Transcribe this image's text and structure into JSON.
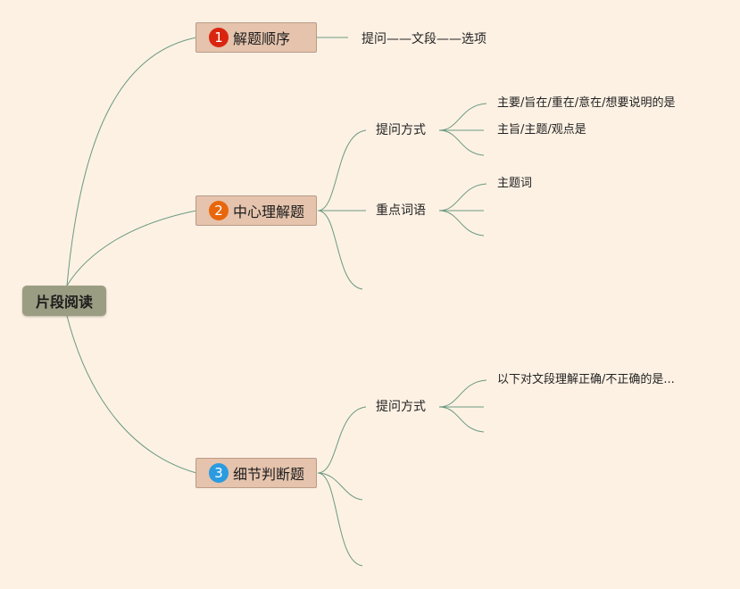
{
  "root": {
    "label": "片段阅读"
  },
  "topics": [
    {
      "number": "1",
      "label": "解题顺序",
      "badge_color": "#d9250f",
      "note": "提问——文段——选项"
    },
    {
      "number": "2",
      "label": "中心理解题",
      "badge_color": "#e8660c",
      "subtopics": [
        {
          "label": "提问方式",
          "items": [
            "主要/旨在/重在/意在/想要说明的是",
            "主旨/主题/观点是"
          ]
        },
        {
          "label": "重点词语",
          "items": [
            "主题词"
          ]
        }
      ]
    },
    {
      "number": "3",
      "label": "细节判断题",
      "badge_color": "#2b9be0",
      "subtopics": [
        {
          "label": "提问方式",
          "items": [
            "以下对文段理解正确/不正确的是..."
          ]
        }
      ]
    }
  ],
  "colors": {
    "background": "#fdf1e4",
    "connector": "#6a9a80",
    "root_fill": "#9a9d82",
    "topic_fill": "#e5c3ad"
  }
}
